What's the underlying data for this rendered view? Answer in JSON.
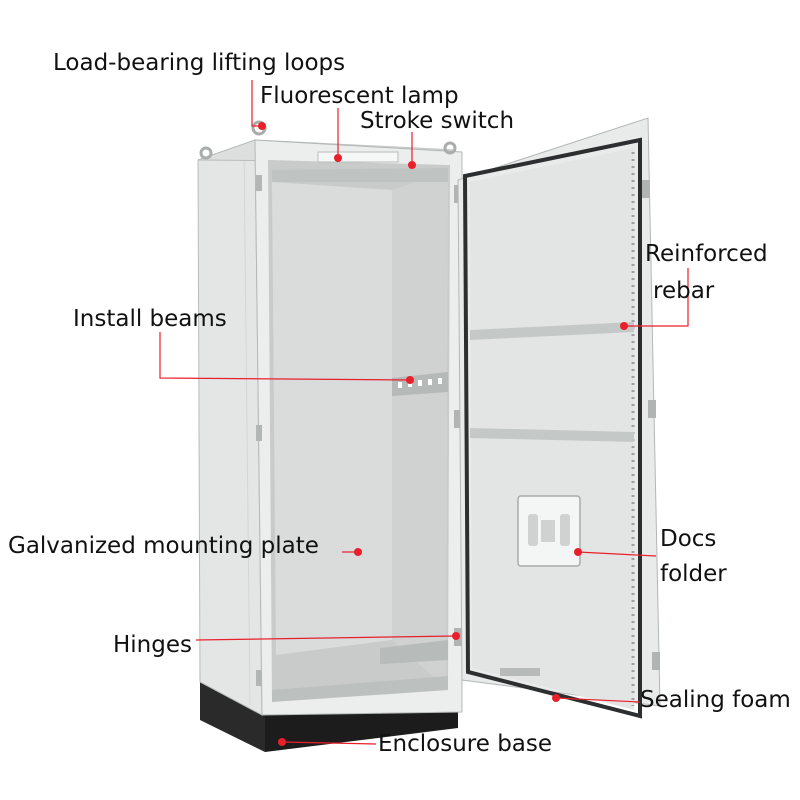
{
  "labels": {
    "lifting_loops": "Load-bearing lifting loops",
    "fluorescent_lamp": "Fluorescent lamp",
    "stroke_switch": "Stroke switch",
    "reinforced_rebar_line1": "Reinforced",
    "reinforced_rebar_line2": "rebar",
    "install_beams": "Install beams",
    "mounting_plate": "Galvanized mounting plate",
    "docs_folder_line1": "Docs",
    "docs_folder_line2": "folder",
    "hinges": "Hinges",
    "sealing_foam": "Sealing foam",
    "enclosure_base": "Enclosure base"
  },
  "colors": {
    "leader_line": "#e8202a",
    "label_text": "#111111",
    "cabinet_body": "#e7e9e8",
    "cabinet_shadow": "#c9cccb",
    "plinth": "#1e1e1e"
  }
}
